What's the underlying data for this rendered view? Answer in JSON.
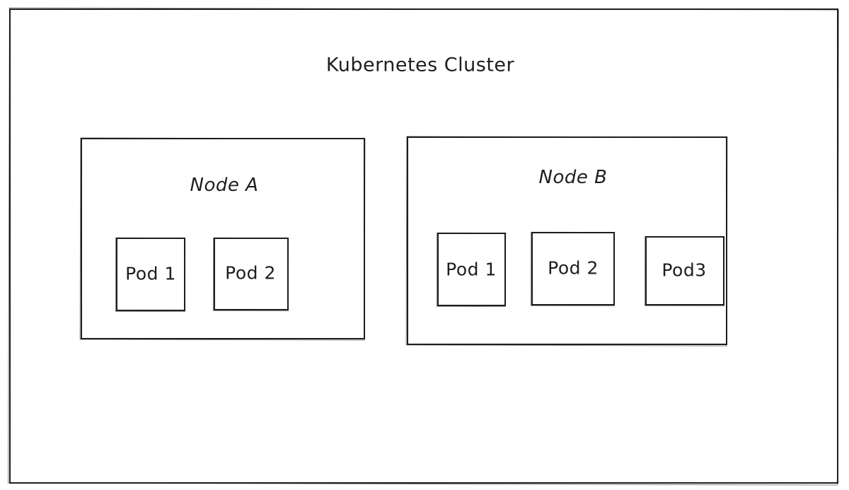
{
  "cluster": {
    "title": "Kubernetes Cluster"
  },
  "nodes": [
    {
      "title": "Node A",
      "pods": [
        "Pod 1",
        "Pod 2"
      ]
    },
    {
      "title": "Node B",
      "pods": [
        "Pod 1",
        "Pod 2",
        "Pod3"
      ]
    }
  ],
  "colors": {
    "stroke": "#1e1e1e",
    "background": "#ffffff"
  }
}
